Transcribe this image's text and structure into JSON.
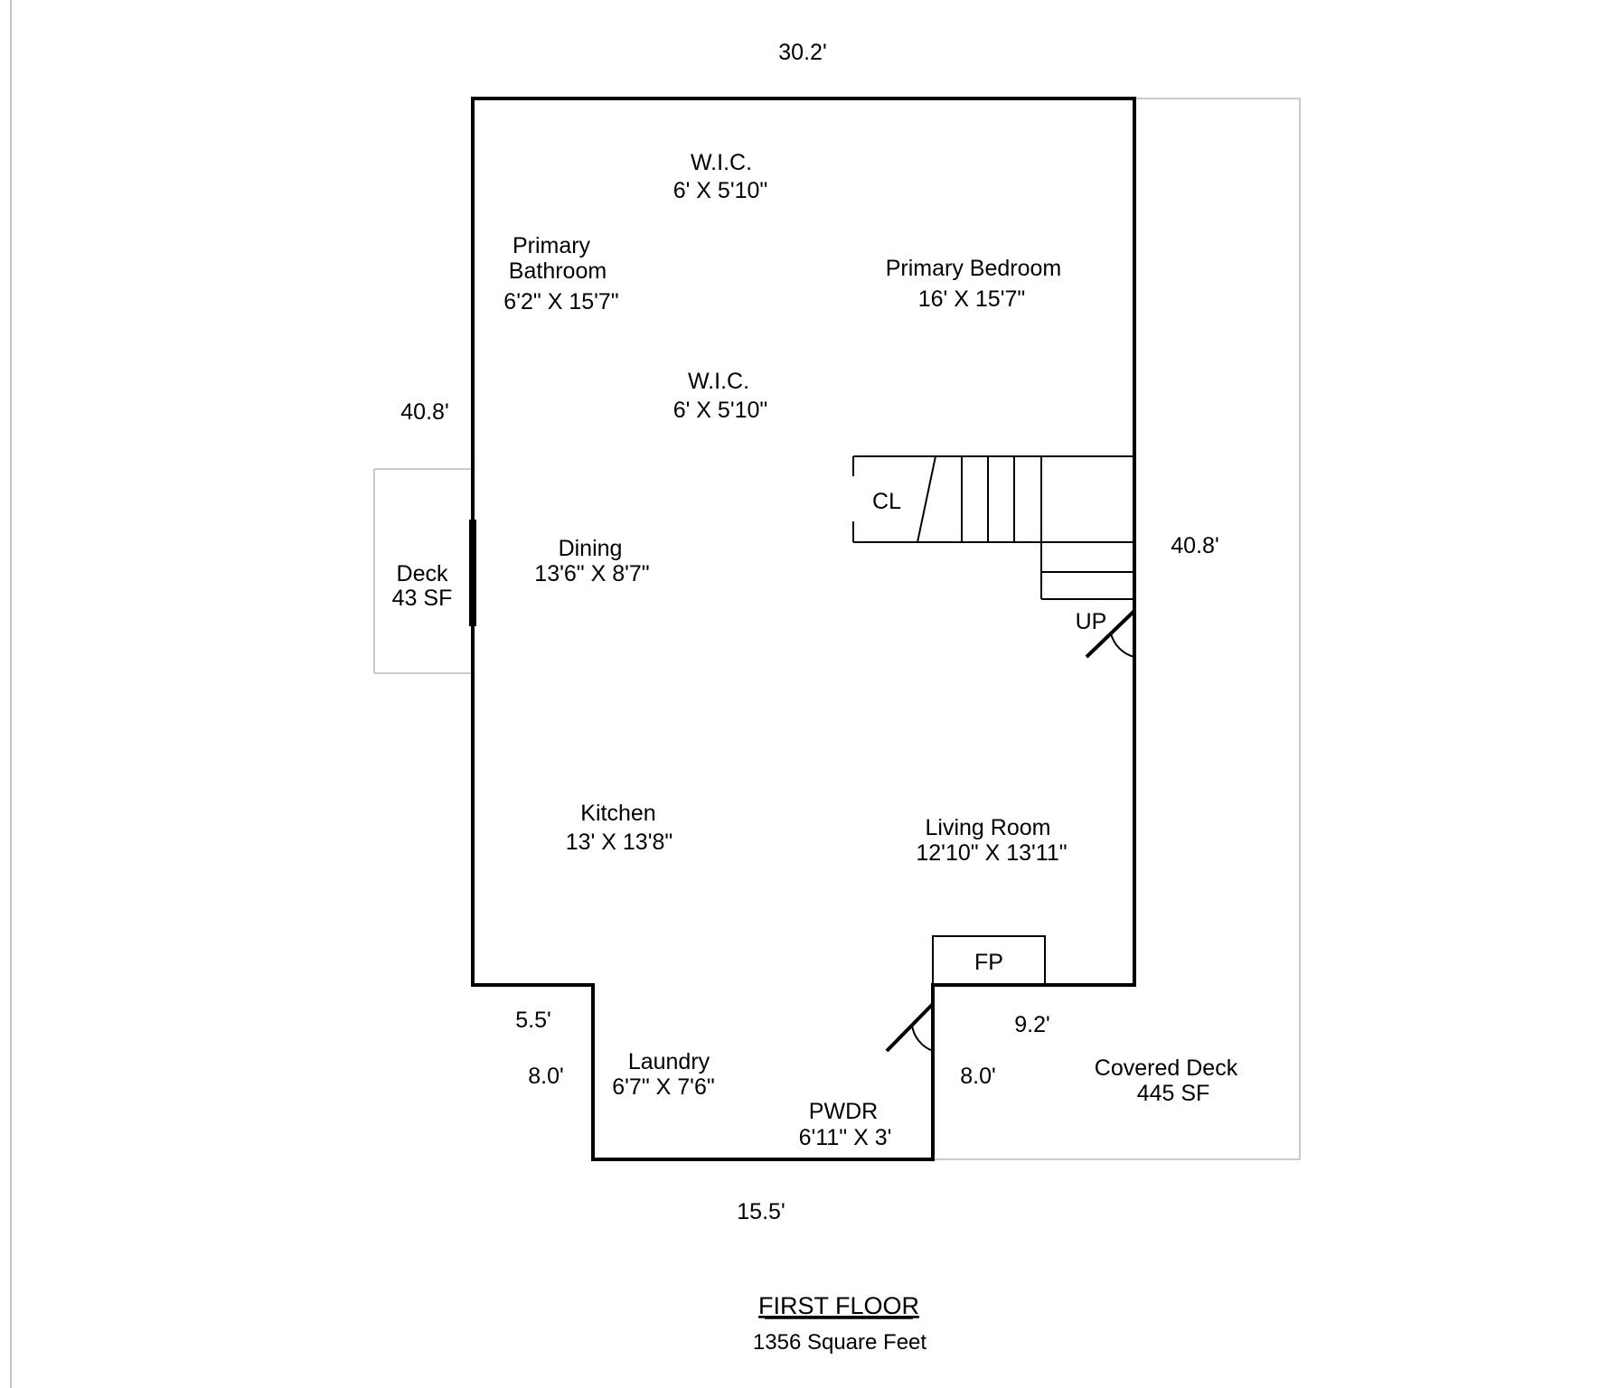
{
  "rooms": {
    "wic_1": {
      "name": "W.I.C.",
      "size": "6' X 5'10\""
    },
    "primary_bathroom": {
      "name_line1": "Primary",
      "name_line2": "Bathroom",
      "size": "6'2\" X 15'7\""
    },
    "primary_bedroom": {
      "name": "Primary Bedroom",
      "size": "16' X 15'7\""
    },
    "wic_2": {
      "name": "W.I.C.",
      "size": "6' X 5'10\""
    },
    "closet": {
      "name": "CL"
    },
    "dining": {
      "name": "Dining",
      "size": "13'6\" X 8'7\""
    },
    "deck": {
      "name": "Deck",
      "size": "43 SF"
    },
    "kitchen": {
      "name": "Kitchen",
      "size": "13' X 13'8\""
    },
    "living_room": {
      "name": "Living Room",
      "size": "12'10\" X 13'11\""
    },
    "fireplace": {
      "name": "FP"
    },
    "laundry": {
      "name": "Laundry",
      "size": "6'7\" X 7'6\""
    },
    "powder": {
      "name": "PWDR",
      "size": "6'11\" X 3'"
    },
    "covered_deck": {
      "name": "Covered Deck",
      "size": "445 SF"
    },
    "stairs": {
      "label": "UP"
    }
  },
  "dimensions": {
    "top_width": "30.2'",
    "left_height": "40.8'",
    "right_height": "40.8'",
    "bottom_left_width": "5.5'",
    "bottom_left_height": "8.0'",
    "bottom_right_width": "9.2'",
    "bottom_right_height": "8.0'",
    "bottom_width": "15.5'"
  },
  "footer": {
    "title": "FIRST FLOOR",
    "area": "1356 Square Feet"
  }
}
